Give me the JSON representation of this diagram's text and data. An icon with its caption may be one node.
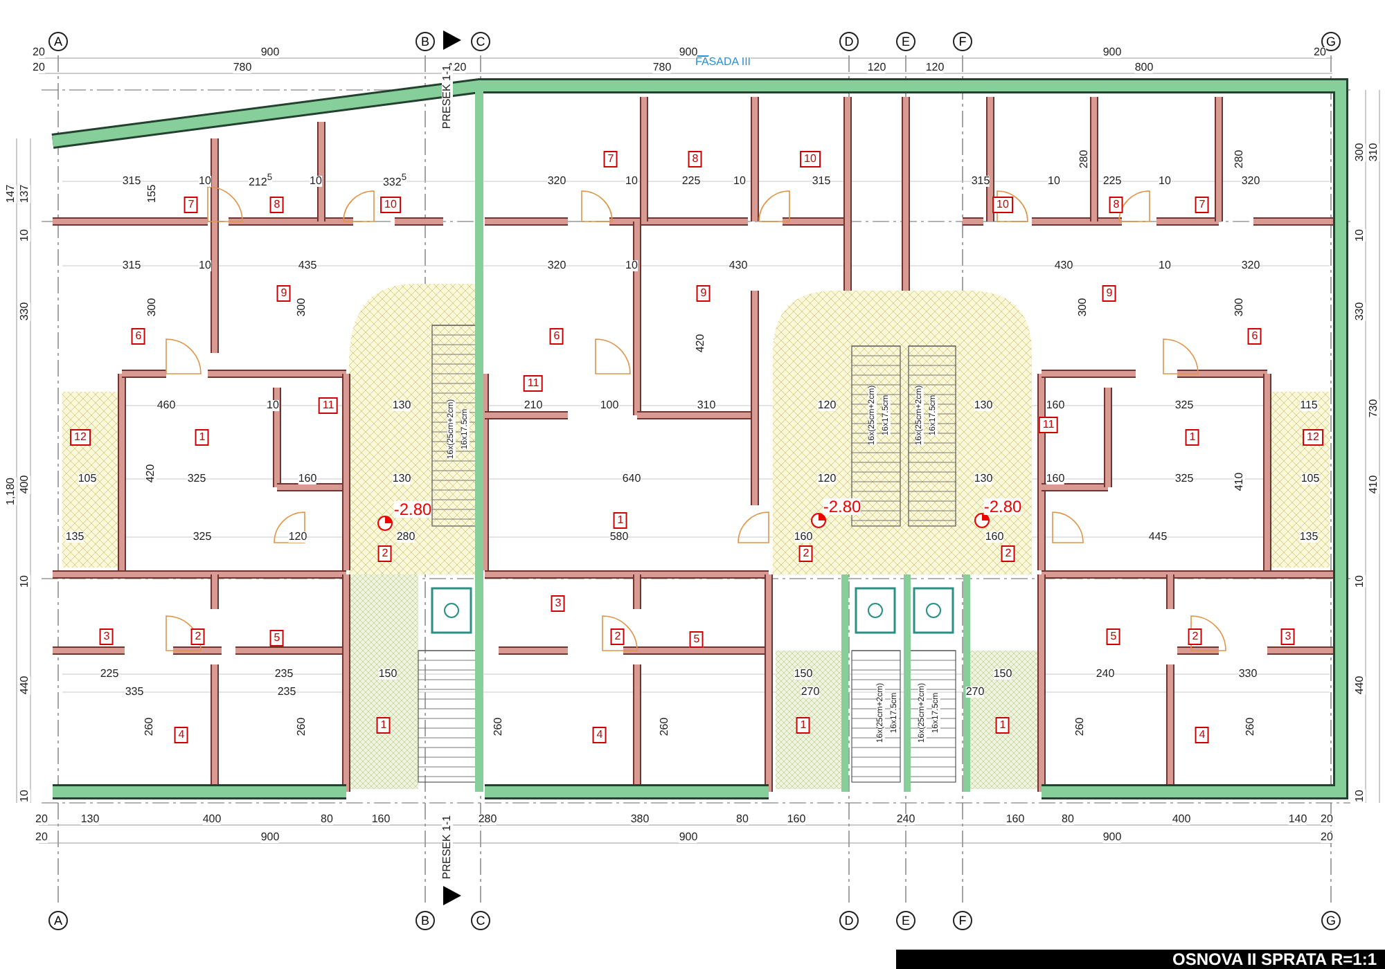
{
  "diagram": {
    "title": "OSNOVA II SPRATA R=1:1",
    "labels": [
      "A",
      "B",
      "C",
      "D",
      "E",
      "F",
      "G",
      "A",
      "B",
      "C",
      "D",
      "E",
      "F",
      "G",
      "20",
      "900",
      "900",
      "900",
      "20",
      "20",
      "780",
      "120",
      "780",
      "120",
      "120",
      "800",
      "FASADA III",
      "PRESEK 1-1",
      "147",
      "137",
      "10",
      "330",
      "1,180",
      "400",
      "10",
      "440",
      "10",
      "300",
      "310",
      "10",
      "330",
      "730",
      "410",
      "10",
      "440",
      "10",
      "315",
      "10",
      "212$^{5}$",
      "10",
      "332$^{5}$",
      "320",
      "10",
      "225",
      "10",
      "315",
      "315",
      "10",
      "225",
      "10",
      "320",
      "315",
      "10",
      "435",
      "320",
      "10",
      "430",
      "430",
      "10",
      "320",
      "155",
      "300",
      "300",
      "280",
      "280",
      "300",
      "300",
      "420",
      "460",
      "10",
      "130",
      "210",
      "100",
      "310",
      "120",
      "130",
      "160",
      "325",
      "115",
      "105",
      "325",
      "160",
      "130",
      "640",
      "120",
      "130",
      "160",
      "325",
      "105",
      "135",
      "325",
      "120",
      "280",
      "580",
      "160",
      "160",
      "445",
      "135",
      "225",
      "235",
      "150",
      "150",
      "150",
      "240",
      "330",
      "335",
      "235",
      "270",
      "270",
      "420",
      "410",
      "260",
      "260",
      "260",
      "260",
      "260",
      "260",
      "7",
      "8",
      "10",
      "9",
      "6",
      "12",
      "1",
      "11",
      "2",
      "3",
      "2",
      "5",
      "4",
      "1",
      "7",
      "8",
      "10",
      "9",
      "6",
      "11",
      "1",
      "3",
      "2",
      "5",
      "4",
      "2",
      "1",
      "10",
      "8",
      "7",
      "9",
      "6",
      "11",
      "1",
      "12",
      "2",
      "5",
      "2",
      "3",
      "4",
      "1",
      "-2.80",
      "-2.80",
      "-2.80",
      "16x(25cm+2cm)",
      "16x17.5cm",
      "16x(25cm+2cm)",
      "16x17.5cm",
      "16x(25cm+2cm)",
      "16x17.5cm",
      "16x(25cm+2cm)",
      "16x17.5cm",
      "16x(25cm+2cm)",
      "16x17.5cm",
      "20",
      "130",
      "400",
      "80",
      "160",
      "280",
      "380",
      "80",
      "160",
      "240",
      "160",
      "80",
      "400",
      "140",
      "20",
      "20",
      "900",
      "900",
      "900",
      "20",
      "PRESEK 1-1"
    ]
  }
}
